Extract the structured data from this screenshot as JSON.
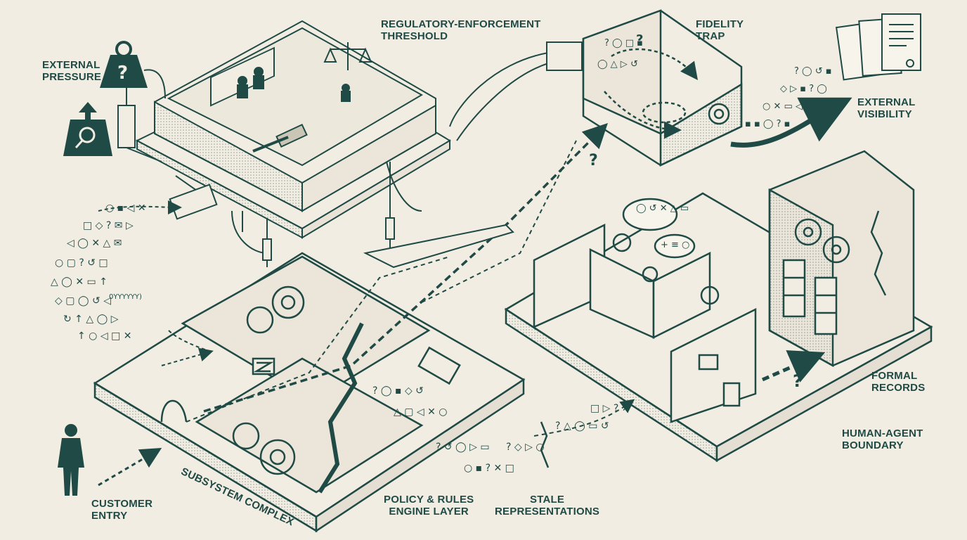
{
  "colors": {
    "background": "#f2ede2",
    "ink": "#1f4a45",
    "shadow": "#c9c6b5",
    "icon_fill": "#1f4a45"
  },
  "labels": {
    "external_pressure": "EXTERNAL\nPRESSURE",
    "regulatory_threshold": "REGULATORY-ENFORCEMENT\nTHRESHOLD",
    "fidelity_trap": "FIDELITY\nTRAP",
    "external_visibility": "EXTERNAL\nVISIBILITY",
    "formal_records": "FORMAL\nRECORDS",
    "human_agent_boundary": "HUMAN-AGENT\nBOUNDARY",
    "stale_representations": "STALE\nREPRESENTATIONS",
    "policy_rules_engine": "POLICY & RULES\nENGINE LAYER",
    "subsystem_complex": "SUBSYSTEM COMPLEX",
    "customer_entry": "CUSTOMER\nENTRY"
  },
  "icons": {
    "pressure_weight": "question-weight-icon",
    "search_weight": "magnifier-weight-icon",
    "customer": "person-silhouette-icon",
    "courtroom": "scales-of-justice-icon",
    "gavel": "gavel-icon",
    "documents": "document-stack-icon",
    "server": "tape-reel-server-icon",
    "confusion": "question-mark-icon"
  }
}
